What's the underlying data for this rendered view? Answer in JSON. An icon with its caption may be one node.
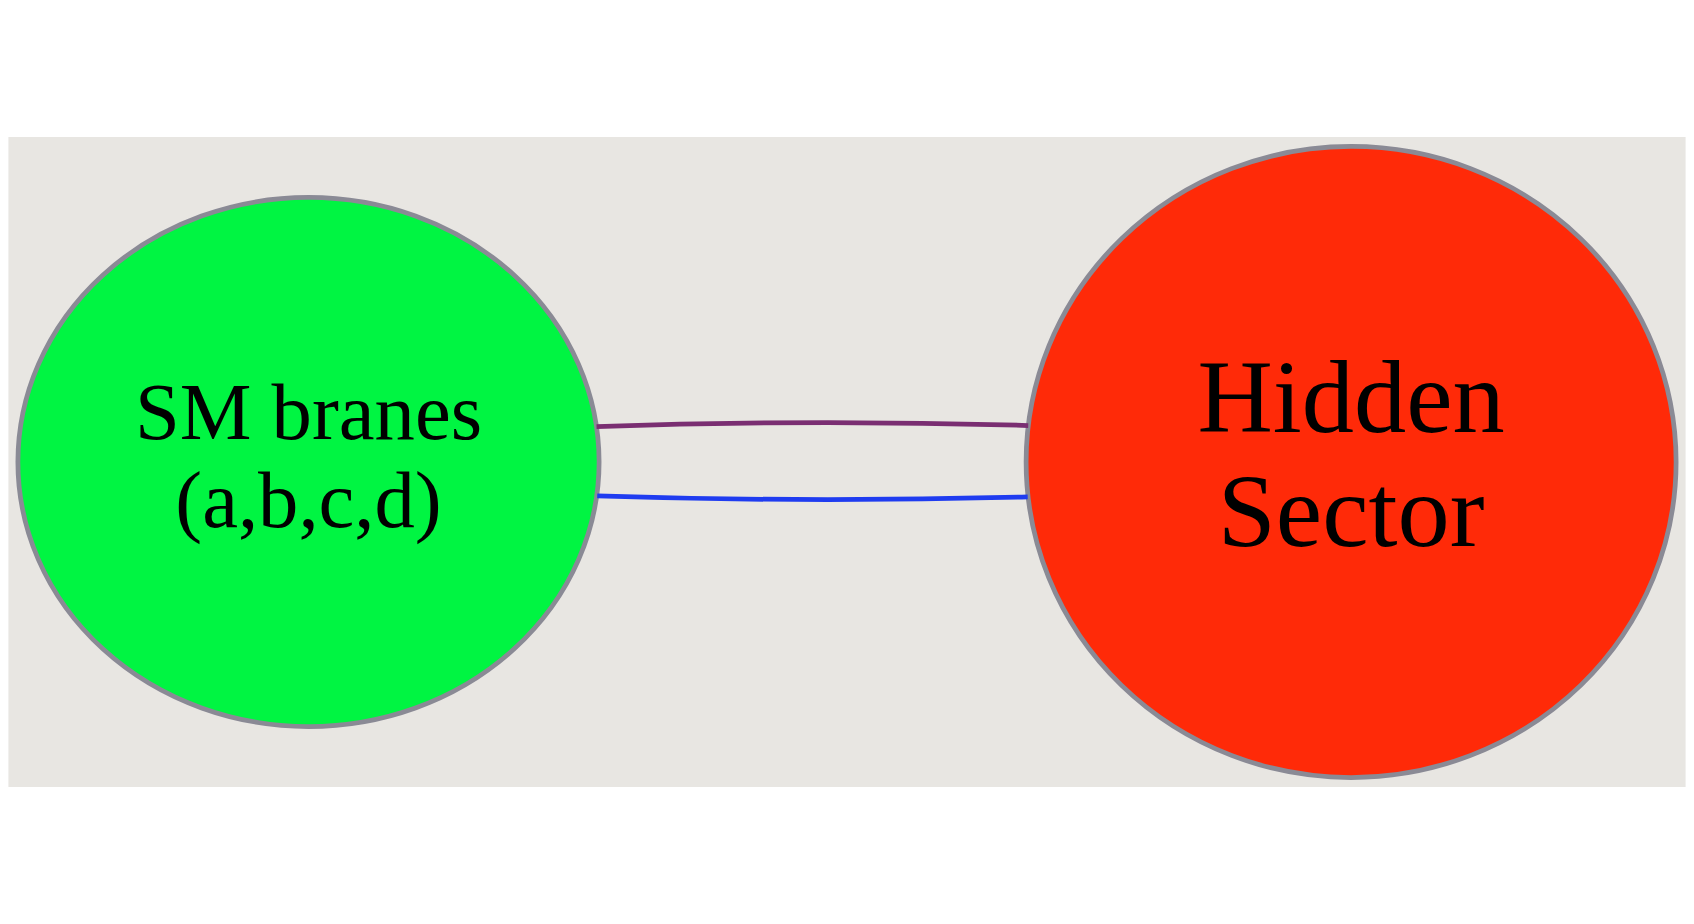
{
  "diagram": {
    "nodes": [
      {
        "text": [
          "SM branes (a,b,c,d)"
        ]
      },
      {
        "text": [
          "Hidden Sector"
        ]
      }
    ],
    "edges": [
      {
        "from": 0,
        "to": 1,
        "arrow": "none",
        "color": "#1f3cf0"
      },
      {
        "from": 0,
        "to": 1,
        "arrow": "none",
        "color": "#7a2e72"
      }
    ]
  }
}
